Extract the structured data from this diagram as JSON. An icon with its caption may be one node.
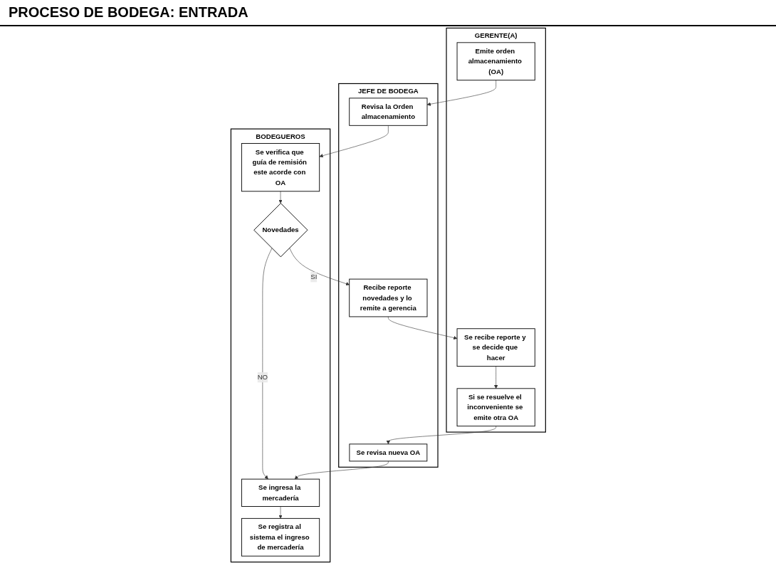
{
  "diagram": {
    "title": "PROCESO DE BODEGA: ENTRADA",
    "nodes": [
      {
        "text": [
          "GERENTE(A)"
        ]
      },
      {
        "text": [
          "Emite orden almacenamiento (OA)"
        ],
        "in": 0
      },
      {
        "text": [
          "Se recibe reporte y se decide que hacer"
        ],
        "in": 0
      },
      {
        "text": [
          "Si se resuelve el inconveniente se emite otra OA"
        ],
        "in": 0
      },
      {
        "text": [
          "JEFE DE BODEGA"
        ]
      },
      {
        "text": [
          "Revisa la Orden almacenamiento"
        ],
        "in": 4
      },
      {
        "text": [
          "Recibe reporte novedades y lo remite a gerencia"
        ],
        "in": 4
      },
      {
        "text": [
          "Se revisa nueva OA"
        ],
        "in": 4
      },
      {
        "text": [
          "BODEGUEROS"
        ]
      },
      {
        "text": [
          "Se verifica que guía de remisión este acorde con OA"
        ],
        "in": 8
      },
      {
        "text": [
          "Novedades"
        ],
        "in": 8
      },
      {
        "text": [
          "Se ingresa la mercadería"
        ],
        "in": 8
      },
      {
        "text": [
          "Se registra al sistema el ingreso de mercadería"
        ],
        "in": 8
      }
    ],
    "edges": [
      {
        "from": 1,
        "to": 5,
        "arrow": "to"
      },
      {
        "from": 5,
        "to": 9,
        "arrow": "to"
      },
      {
        "from": 9,
        "to": 10,
        "arrow": "to"
      },
      {
        "from": 10,
        "to": 6,
        "arrow": "to",
        "label": "SI"
      },
      {
        "from": 6,
        "to": 2,
        "arrow": "to"
      },
      {
        "from": 2,
        "to": 3,
        "arrow": "to"
      },
      {
        "from": 3,
        "to": 7,
        "arrow": "to"
      },
      {
        "from": 7,
        "to": 11,
        "arrow": "to"
      },
      {
        "from": 10,
        "to": 11,
        "arrow": "to",
        "label": "NO"
      },
      {
        "from": 11,
        "to": 12,
        "arrow": "to"
      }
    ]
  }
}
